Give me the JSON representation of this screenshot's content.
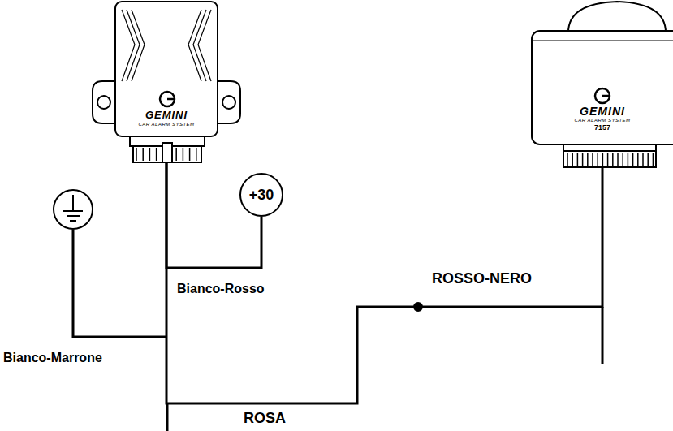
{
  "diagram": {
    "nodes": [
      {
        "text": [
          "GEMINI",
          "CAR ALARM SYSTEM"
        ]
      },
      {
        "text": [
          "+30"
        ]
      },
      {
        "text": [
          "GEMINI",
          "CAR ALARM SYSTEM",
          "7157"
        ]
      }
    ],
    "edges": [
      {
        "from": 0,
        "to": 1,
        "label": "Bianco-Rosso",
        "arrow": "none"
      },
      {
        "from": 0,
        "to": 2,
        "label": "ROSA",
        "arrow": "none"
      }
    ],
    "labels": [
      "Bianco-Marrone",
      "ROSSO-NERO"
    ]
  }
}
